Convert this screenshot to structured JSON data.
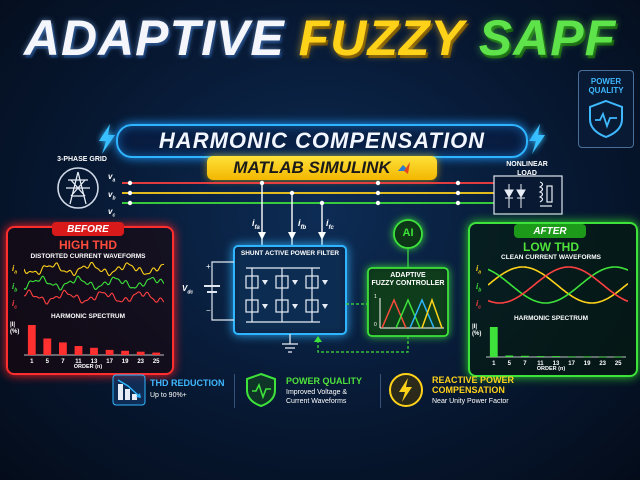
{
  "title": {
    "word1": "ADAPTIVE",
    "word2": "FUZZY",
    "word3": "SAPF"
  },
  "subtitle": "HARMONIC COMPENSATION",
  "badge": "MATLAB SIMULINK",
  "power_quality_badge": {
    "line1": "POWER",
    "line2": "QUALITY"
  },
  "grid": {
    "label": "3-PHASE GRID",
    "phases": [
      "v",
      "v",
      "v"
    ],
    "phase_subs": [
      "a",
      "b",
      "c"
    ]
  },
  "load": {
    "line1": "NONLINEAR",
    "line2": "LOAD"
  },
  "currents": {
    "prefix": "i",
    "subs": [
      "fa",
      "fb",
      "fc"
    ]
  },
  "dc_source": {
    "main": "V",
    "sub": "dc",
    "plus": "+",
    "minus": "−"
  },
  "filter": {
    "label": "SHUNT ACTIVE POWER FILTER"
  },
  "controller": {
    "line1": "ADAPTIVE",
    "line2": "FUZZY CONTROLLER",
    "ai": "AI",
    "axis_top": "1",
    "axis_zero": "0"
  },
  "before": {
    "tag": "BEFORE",
    "heading": "HIGH THD",
    "caption": "DISTORTED CURRENT WAVEFORMS",
    "wave_labels": [
      "i",
      "i",
      "i"
    ],
    "wave_subs": [
      "a",
      "b",
      "c"
    ],
    "spectrum_title": "HARMONIC SPECTRUM",
    "y_label_1": "|I|",
    "y_label_2": "(%)",
    "orders": [
      "1",
      "5",
      "7",
      "11",
      "13",
      "17",
      "19",
      "23",
      "25"
    ],
    "magnitudes": [
      100,
      55,
      42,
      30,
      24,
      17,
      14,
      11,
      8
    ],
    "x_label": "ORDER (n)"
  },
  "after": {
    "tag": "AFTER",
    "heading": "LOW THD",
    "caption": "CLEAN CURRENT WAVEFORMS",
    "wave_labels": [
      "i",
      "i",
      "i"
    ],
    "wave_subs": [
      "a",
      "b",
      "c"
    ],
    "spectrum_title": "HARMONIC SPECTRUM",
    "y_label_1": "|I|",
    "y_label_2": "(%)",
    "orders": [
      "1",
      "5",
      "7",
      "11",
      "13",
      "17",
      "19",
      "23",
      "25"
    ],
    "magnitudes": [
      100,
      5,
      4,
      3,
      3,
      2,
      2,
      1,
      1
    ],
    "x_label": "ORDER (n)"
  },
  "features": [
    {
      "title": "THD REDUCTION",
      "desc": "Up to 90%+",
      "icon": "bar-chart-down-icon"
    },
    {
      "title": "POWER QUALITY",
      "desc1": "Improved Voltage &",
      "desc2": "Current Waveforms",
      "icon": "shield-pulse-icon"
    },
    {
      "title1": "REACTIVE POWER",
      "title2": "COMPENSATION",
      "desc": "Near Unity Power Factor",
      "icon": "lightning-icon"
    }
  ],
  "colors": {
    "phase_a": "#ff4040",
    "phase_b": "#ffd21a",
    "phase_c": "#3de23a",
    "accent": "#2fb5ff",
    "before": "#ff2e2e",
    "after": "#3de23a"
  }
}
